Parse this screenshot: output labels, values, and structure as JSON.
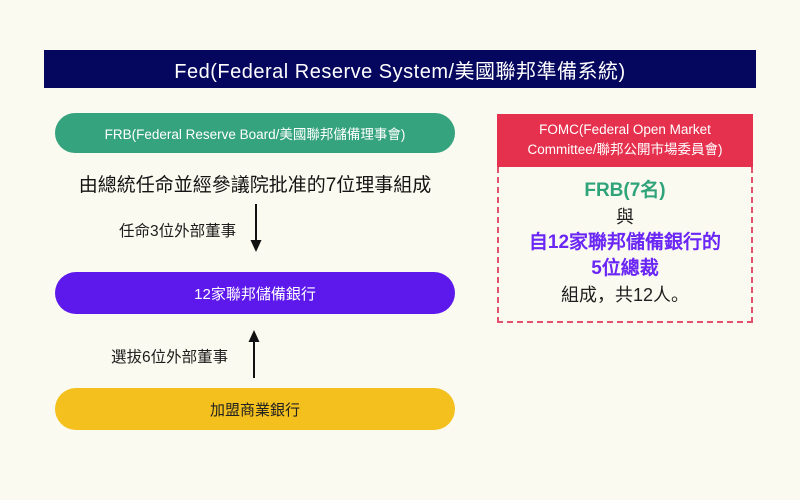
{
  "colors": {
    "background": "#fbfaf0",
    "banner_navy": "#05075e",
    "frb_green": "#36a37f",
    "reserve_purple": "#5d18eb",
    "member_yellow": "#f3c01d",
    "fomc_red": "#e6314e",
    "fomc_dashed_border": "#e2506b",
    "accent_green_text": "#2fa379",
    "accent_purple_text": "#6a26f5"
  },
  "title": {
    "text": "Fed(Federal Reserve System/美國聯邦準備系統)"
  },
  "left_flow": {
    "frb_node": {
      "label": "FRB(Federal Reserve Board/美國聯邦儲備理事會)"
    },
    "frb_note": "由總統任命並經參議院批准的7位理事組成",
    "down_edge": {
      "label": "任命3位外部董事",
      "direction": "down"
    },
    "reserve_banks_node": {
      "label": "12家聯邦儲備銀行"
    },
    "up_edge": {
      "label": "選拔6位外部董事",
      "direction": "up"
    },
    "member_banks_node": {
      "label": "加盟商業銀行"
    }
  },
  "fomc": {
    "header": "FOMC(Federal Open Market Committee/聯邦公開市場委員會)",
    "lines": [
      {
        "text": "FRB(7名)",
        "emphasis": "green"
      },
      {
        "text": "與",
        "emphasis": "none"
      },
      {
        "text": "自12家聯邦儲備銀行的",
        "emphasis": "purple"
      },
      {
        "text": "5位總裁",
        "emphasis": "purple"
      },
      {
        "text": "組成，共12人。",
        "emphasis": "none"
      }
    ]
  }
}
